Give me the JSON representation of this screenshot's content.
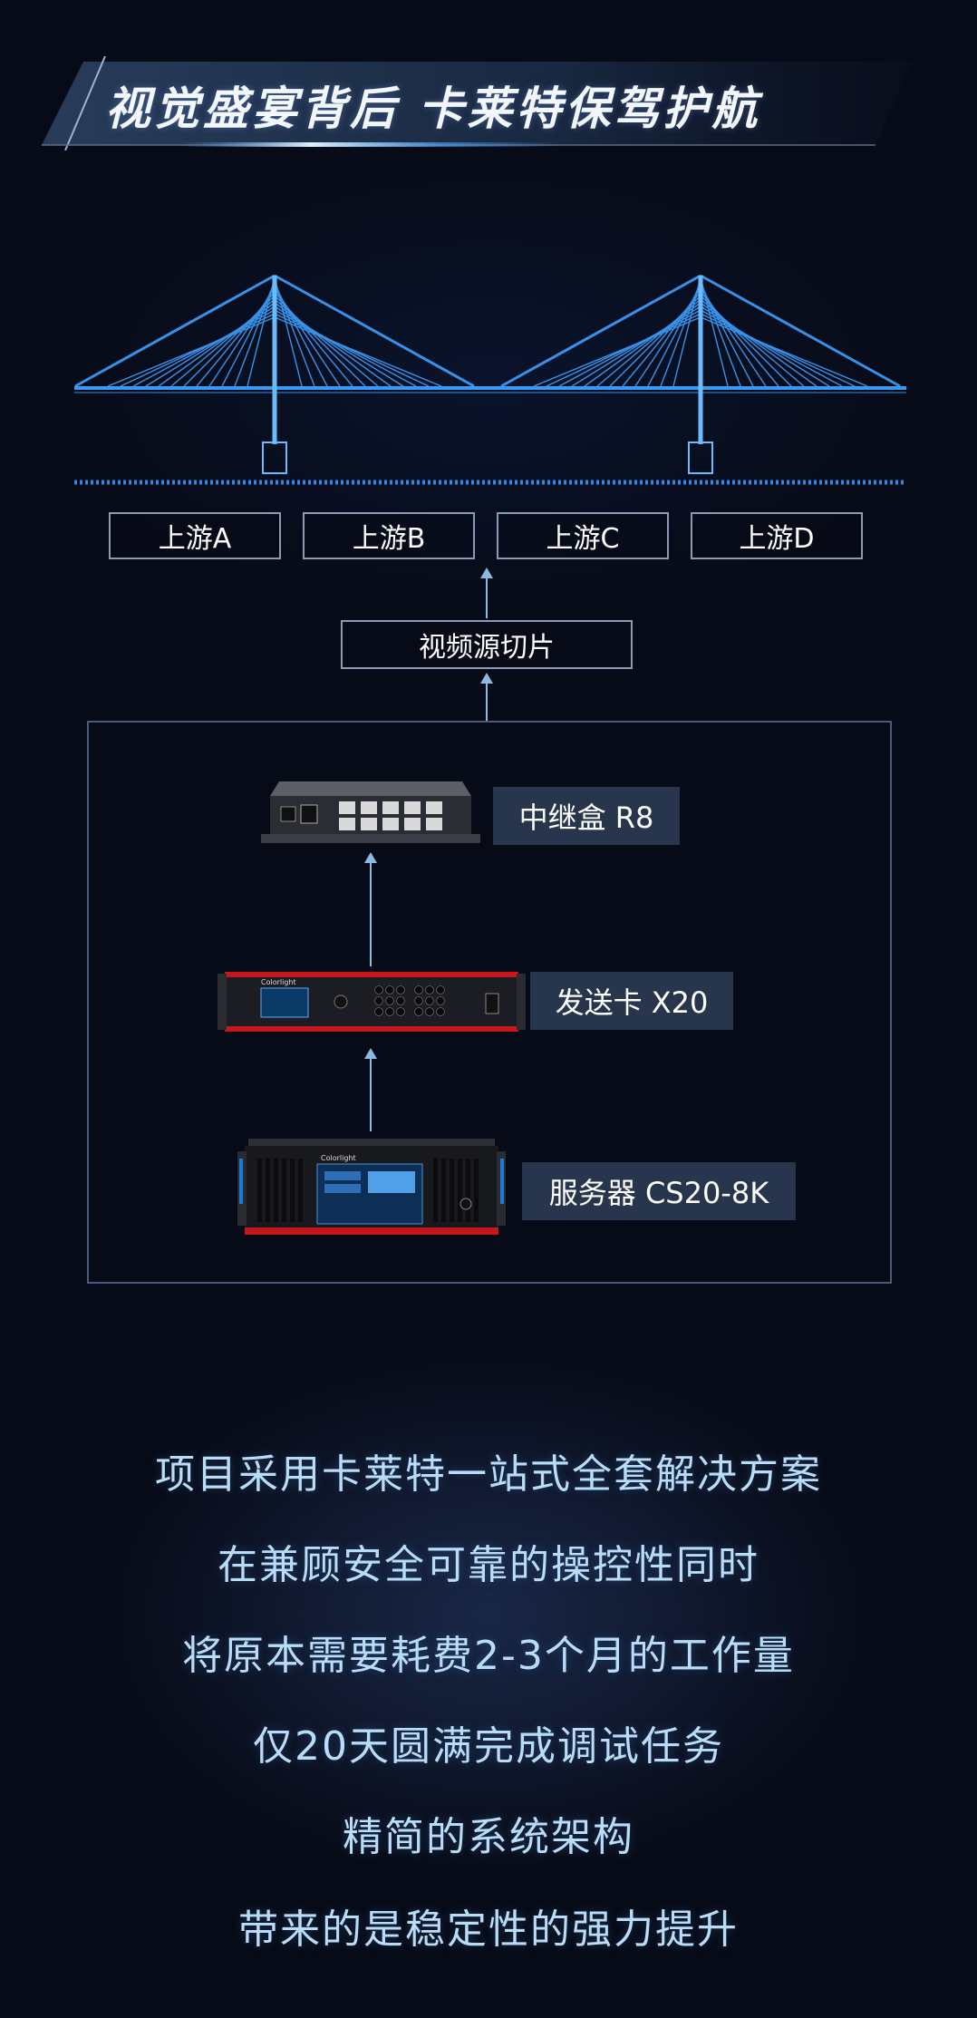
{
  "title": "视觉盛宴背后 卡莱特保驾护航",
  "upstream": [
    "上游A",
    "上游B",
    "上游C",
    "上游D"
  ],
  "slice_box": "视频源切片",
  "devices": {
    "relay": {
      "label": "中继盒 R8"
    },
    "sender": {
      "label": "发送卡 X20",
      "brand": "Colorlight"
    },
    "server": {
      "label": "服务器 CS20-8K",
      "brand": "Colorlight"
    }
  },
  "lines": [
    "项目采用卡莱特一站式全套解决方案",
    "在兼顾安全可靠的操控性同时",
    "将原本需要耗费2-3个月的工作量",
    "仅20天圆满完成调试任务",
    "精简的系统架构",
    "带来的是稳定性的强力提升"
  ],
  "colors": {
    "accent": "#1a8cff",
    "text_glow": "#b9ddf8",
    "label_bg": "#27364c"
  }
}
